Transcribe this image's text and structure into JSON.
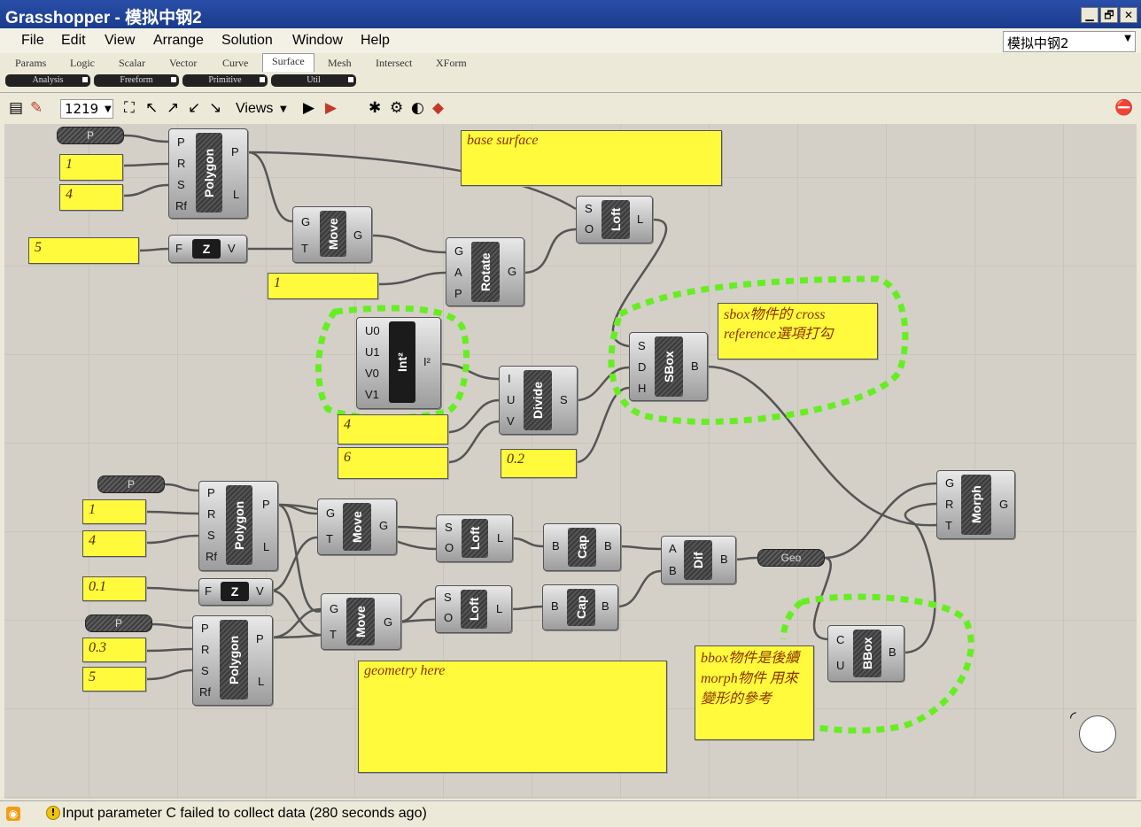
{
  "window": {
    "title": "Grasshopper - 模拟中钢2",
    "controls": [
      "▁",
      "🗗",
      "✕"
    ]
  },
  "menu": [
    "File",
    "Edit",
    "View",
    "Arrange",
    "Solution",
    "Window",
    "Help"
  ],
  "document_selector": "模拟中钢2",
  "tabs": [
    "Params",
    "Logic",
    "Scalar",
    "Vector",
    "Curve",
    "Surface",
    "Mesh",
    "Intersect",
    "XForm"
  ],
  "active_tab": "Surface",
  "panels": [
    "Analysis",
    "Freeform",
    "Primitive",
    "Util"
  ],
  "toolbar": {
    "zoom": "1219",
    "views_label": "Views"
  },
  "status": {
    "message": "Input parameter C failed to collect data (280 seconds ago)"
  },
  "canvas": {
    "pills": {
      "p1": "P",
      "p2": "P",
      "p3": "P",
      "geo": "Geo"
    },
    "panels": {
      "n1": "1",
      "n4a": "4",
      "n5": "5",
      "n1b": "1",
      "base_surface": "base surface",
      "sbox_note": "sbox物件的 cross reference選項打勾",
      "n4b": "4",
      "n6": "6",
      "n02": "0.2",
      "n1c": "1",
      "n4c": "4",
      "n01": "0.1",
      "n03": "0.3",
      "n5b": "5",
      "geometry_here": "geometry here",
      "bbox_note": "bbox物件是後續 morph物件 用來變形的參考"
    },
    "components": {
      "polygon1": {
        "name": "Polygon",
        "inputs": [
          "P",
          "R",
          "S",
          "Rf"
        ],
        "outputs": [
          "P",
          "L"
        ]
      },
      "move1": {
        "name": "Move",
        "inputs": [
          "G",
          "T"
        ],
        "outputs": [
          "G"
        ]
      },
      "z1": {
        "name": "Z",
        "inputs": [
          "F"
        ],
        "outputs": [
          "V"
        ]
      },
      "rotate": {
        "name": "Rotate",
        "inputs": [
          "G",
          "A",
          "P"
        ],
        "outputs": [
          "G"
        ]
      },
      "loft1": {
        "name": "Loft",
        "inputs": [
          "S",
          "O"
        ],
        "outputs": [
          "L"
        ]
      },
      "int2": {
        "name": "Int²",
        "inputs": [
          "U0",
          "U1",
          "V0",
          "V1"
        ],
        "outputs": [
          "I²"
        ]
      },
      "divide": {
        "name": "Divide",
        "inputs": [
          "I",
          "U",
          "V"
        ],
        "outputs": [
          "S"
        ]
      },
      "sbox": {
        "name": "SBox",
        "inputs": [
          "S",
          "D",
          "H"
        ],
        "outputs": [
          "B"
        ]
      },
      "polygon2": {
        "name": "Polygon",
        "inputs": [
          "P",
          "R",
          "S",
          "Rf"
        ],
        "outputs": [
          "P",
          "L"
        ]
      },
      "move2": {
        "name": "Move",
        "inputs": [
          "G",
          "T"
        ],
        "outputs": [
          "G"
        ]
      },
      "loft2": {
        "name": "Loft",
        "inputs": [
          "S",
          "O"
        ],
        "outputs": [
          "L"
        ]
      },
      "cap1": {
        "name": "Cap",
        "inputs": [
          "B"
        ],
        "outputs": [
          "B"
        ]
      },
      "dif": {
        "name": "Dif",
        "inputs": [
          "A",
          "B"
        ],
        "outputs": [
          "B"
        ]
      },
      "z2": {
        "name": "Z",
        "inputs": [
          "F"
        ],
        "outputs": [
          "V"
        ]
      },
      "polygon3": {
        "name": "Polygon",
        "inputs": [
          "P",
          "R",
          "S",
          "Rf"
        ],
        "outputs": [
          "P",
          "L"
        ]
      },
      "move3": {
        "name": "Move",
        "inputs": [
          "G",
          "T"
        ],
        "outputs": [
          "G"
        ]
      },
      "loft3": {
        "name": "Loft",
        "inputs": [
          "S",
          "O"
        ],
        "outputs": [
          "L"
        ]
      },
      "cap2": {
        "name": "Cap",
        "inputs": [
          "B"
        ],
        "outputs": [
          "B"
        ]
      },
      "morph": {
        "name": "Morph",
        "inputs": [
          "G",
          "R",
          "T"
        ],
        "outputs": [
          "G"
        ]
      },
      "bbox": {
        "name": "BBox",
        "inputs": [
          "C",
          "U"
        ],
        "outputs": [
          "B"
        ]
      }
    }
  },
  "colors": {
    "titlebar": "#1a3a8c",
    "canvas": "#d4d0c8",
    "panel": "#fffa3c",
    "highlight": "#66ee22"
  }
}
